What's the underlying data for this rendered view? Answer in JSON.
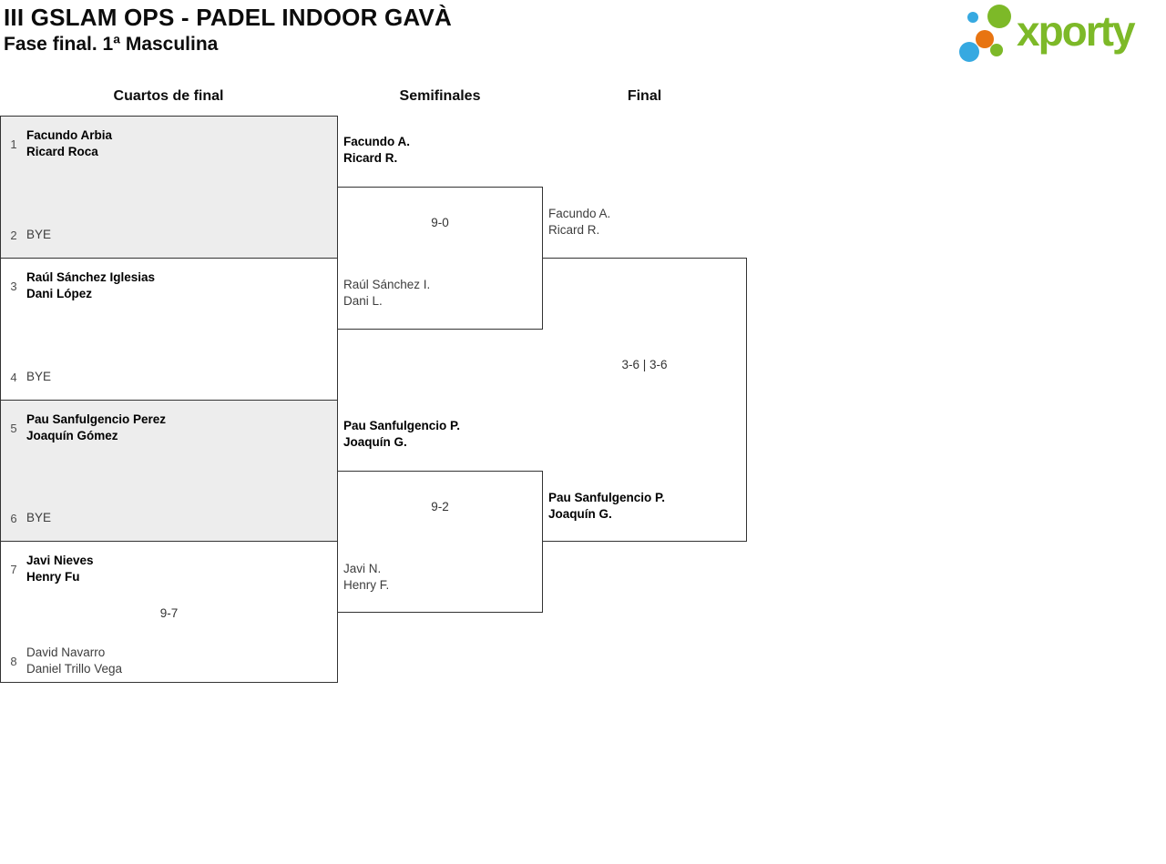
{
  "header": {
    "title": "III GSLAM OPS - PADEL INDOOR GAVÀ",
    "subtitle": "Fase final. 1ª Masculina",
    "logo": {
      "text": "xporty",
      "green": "#7db928",
      "blue": "#36a9e1",
      "orange": "#e87411"
    }
  },
  "rounds": {
    "quarterfinals": "Cuartos de final",
    "semifinals": "Semifinales",
    "final": "Final"
  },
  "quarterfinals": [
    {
      "seed_top": "1",
      "top_line1": "Facundo Arbia",
      "top_line2": "Ricard Roca",
      "score": "",
      "seed_bottom": "2",
      "bottom_line1": "BYE",
      "bottom_line2": ""
    },
    {
      "seed_top": "3",
      "top_line1": "Raúl Sánchez Iglesias",
      "top_line2": "Dani López",
      "score": "",
      "seed_bottom": "4",
      "bottom_line1": "BYE",
      "bottom_line2": ""
    },
    {
      "seed_top": "5",
      "top_line1": "Pau Sanfulgencio Perez",
      "top_line2": "Joaquín Gómez",
      "score": "",
      "seed_bottom": "6",
      "bottom_line1": "BYE",
      "bottom_line2": ""
    },
    {
      "seed_top": "7",
      "top_line1": "Javi Nieves",
      "top_line2": "Henry Fu",
      "score": "9-7",
      "seed_bottom": "8",
      "bottom_line1": "David Navarro",
      "bottom_line2": "Daniel Trillo Vega"
    }
  ],
  "semifinals": [
    {
      "top_line1": "Facundo A.",
      "top_line2": "Ricard R.",
      "score": "9-0",
      "bottom_line1": "Raúl Sánchez I.",
      "bottom_line2": "Dani L."
    },
    {
      "top_line1": "Pau Sanfulgencio P.",
      "top_line2": "Joaquín G.",
      "score": "9-2",
      "bottom_line1": "Javi N.",
      "bottom_line2": "Henry F."
    }
  ],
  "final": {
    "top_line1": "Facundo A.",
    "top_line2": "Ricard R.",
    "score": "3-6 | 3-6",
    "bottom_line1": "Pau Sanfulgencio P.",
    "bottom_line2": "Joaquín G."
  }
}
